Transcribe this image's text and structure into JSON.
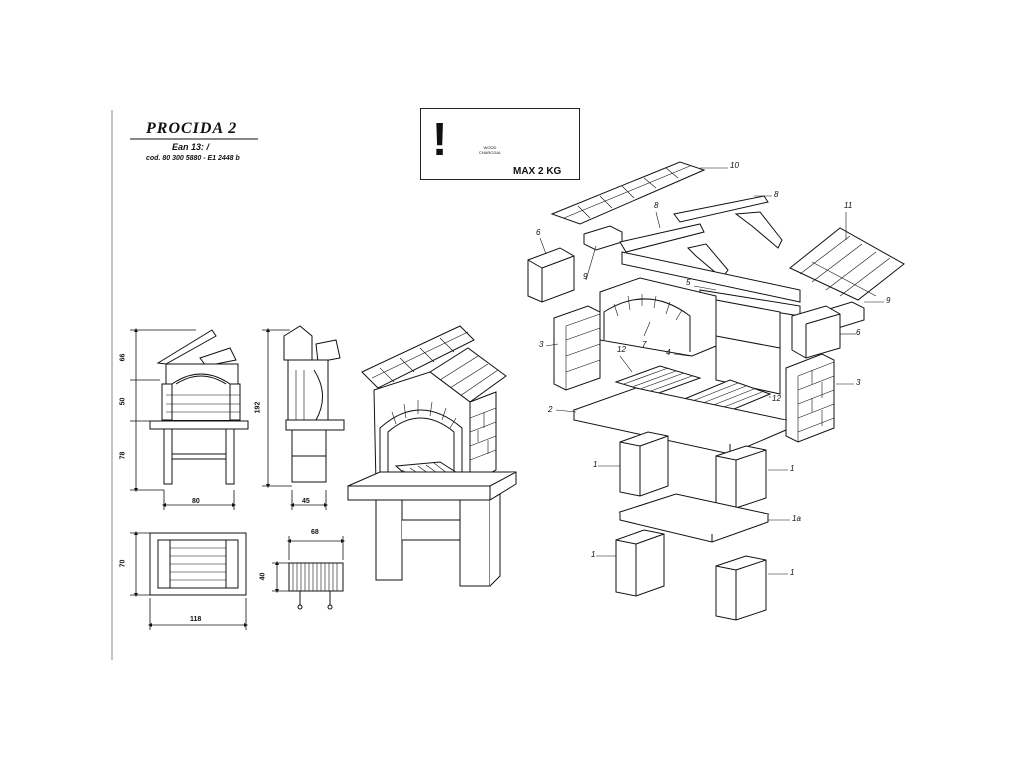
{
  "header": {
    "title": "PROCIDA  2",
    "ean": "Ean 13:  /",
    "code": "cod. 80 300 5880  - E1 2448 b"
  },
  "warning": {
    "icon": "exclamation-icon",
    "symbol": "!",
    "bag_label": "WOOD CHARCOAL",
    "max_load": "MAX 2 KG"
  },
  "dimensions": {
    "front_height_top": "66",
    "front_height_mid": "50",
    "front_height_low": "78",
    "front_width": "80",
    "side_total_height": "192",
    "side_depth": "45",
    "plan_depth": "70",
    "plan_width": "118",
    "grill_width": "68",
    "grill_depth": "40"
  },
  "parts": {
    "p10": "10",
    "p8a": "8",
    "p8b": "8",
    "p11": "11",
    "p6a": "6",
    "p9a": "9",
    "p5": "5",
    "p9b": "9",
    "p3a": "3",
    "p7": "7",
    "p4": "4",
    "p12a": "12",
    "p6b": "6",
    "p3b": "3",
    "p12b": "12",
    "p2": "2",
    "p1a": "1",
    "p1b": "1",
    "p1c": "1a",
    "p1d": "1",
    "p1e": "1"
  }
}
